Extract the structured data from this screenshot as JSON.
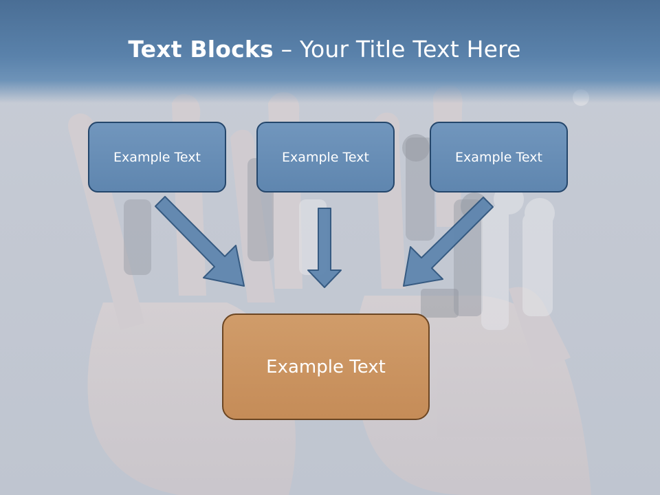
{
  "title": {
    "bold": "Text Blocks",
    "rest": " – Your Title Text Here"
  },
  "boxes": {
    "top_left": "Example Text",
    "top_center": "Example Text",
    "top_right": "Example Text",
    "bottom": "Example Text"
  },
  "colors": {
    "title_band": "#5a82ab",
    "box_blue": "#6990b8",
    "box_blue_border": "#24466b",
    "box_orange": "#c8915e",
    "box_orange_border": "#6b4522",
    "arrow_fill": "#5f86af",
    "arrow_stroke": "#2f557d"
  }
}
